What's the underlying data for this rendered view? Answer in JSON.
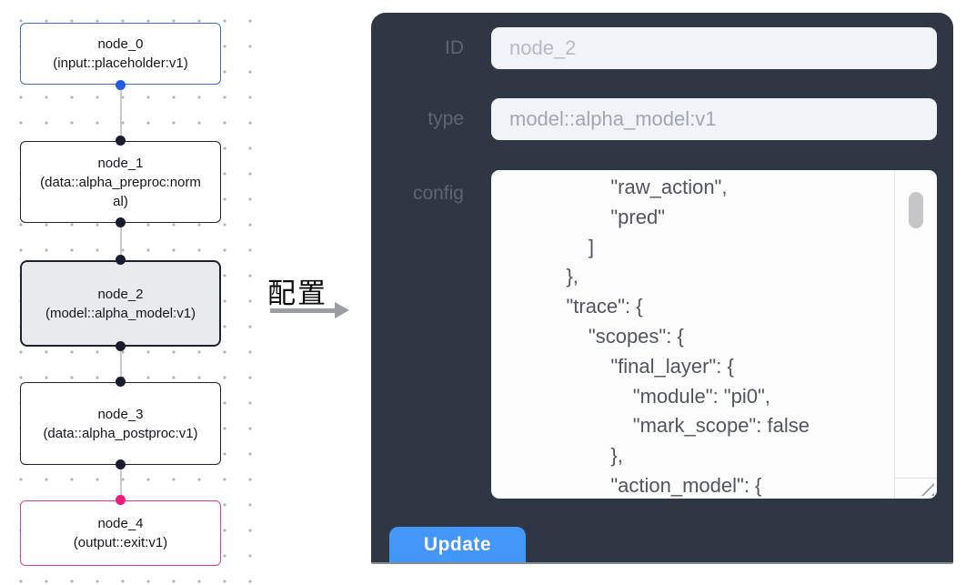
{
  "canvas": {
    "nodes": [
      {
        "title": "node_0",
        "subtitle": "(input::placeholder:v1)",
        "accent_color": "#3d6fd2",
        "port_color": "#1e5ede",
        "selected": false
      },
      {
        "title": "node_1",
        "subtitle": "(data::alpha_preproc:normal)",
        "accent_color": "#1d2135",
        "port_color": "#191b2e",
        "selected": false
      },
      {
        "title": "node_2",
        "subtitle": "(model::alpha_model:v1)",
        "accent_color": "#1d2135",
        "port_color": "#191b2e",
        "selected": true
      },
      {
        "title": "node_3",
        "subtitle": "(data::alpha_postproc:v1)",
        "accent_color": "#1d2135",
        "port_color": "#191b2e",
        "selected": false
      },
      {
        "title": "node_4",
        "subtitle": "(output::exit:v1)",
        "accent_color": "#ee3d90",
        "port_color": "#f1197e",
        "selected": false
      }
    ]
  },
  "annotation": {
    "label": "配置"
  },
  "panel": {
    "fields": [
      {
        "label": "ID",
        "value": "node_2"
      },
      {
        "label": "type",
        "value": "model::alpha_model:v1"
      }
    ],
    "config_label": "config",
    "config_text": "            \"raw_action\",\n            \"pred\"\n        ]\n    },\n    \"trace\": {\n        \"scopes\": {\n            \"final_layer\": {\n                \"module\": \"pi0\",\n                \"mark_scope\": false\n            },\n            \"action_model\": {",
    "update_label": "Update",
    "colors": {
      "panel_background": "#2e3743",
      "input_background": "#f2f3f7",
      "label_text": "#5d6572",
      "update_button": "#4397f8",
      "selected_node_background": "#e9eaec"
    }
  }
}
